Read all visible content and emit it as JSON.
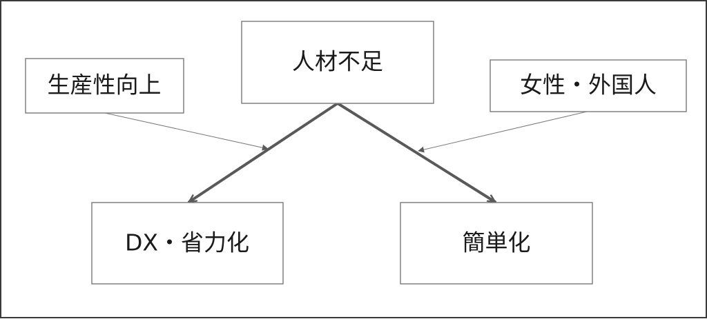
{
  "nodes": {
    "center": {
      "label": "人材不足"
    },
    "top_left": {
      "label": "生産性向上"
    },
    "top_right": {
      "label": "女性・外国人"
    },
    "bottom_left": {
      "label": "DX・省力化"
    },
    "bottom_right": {
      "label": "簡単化"
    }
  },
  "colors": {
    "background": "#ffffff",
    "frame": "#3a3a3a",
    "box_border": "#808080",
    "main_arrow": "#595959",
    "thin_arrow": "#7a7a7a",
    "text": "#1a1a1a"
  }
}
